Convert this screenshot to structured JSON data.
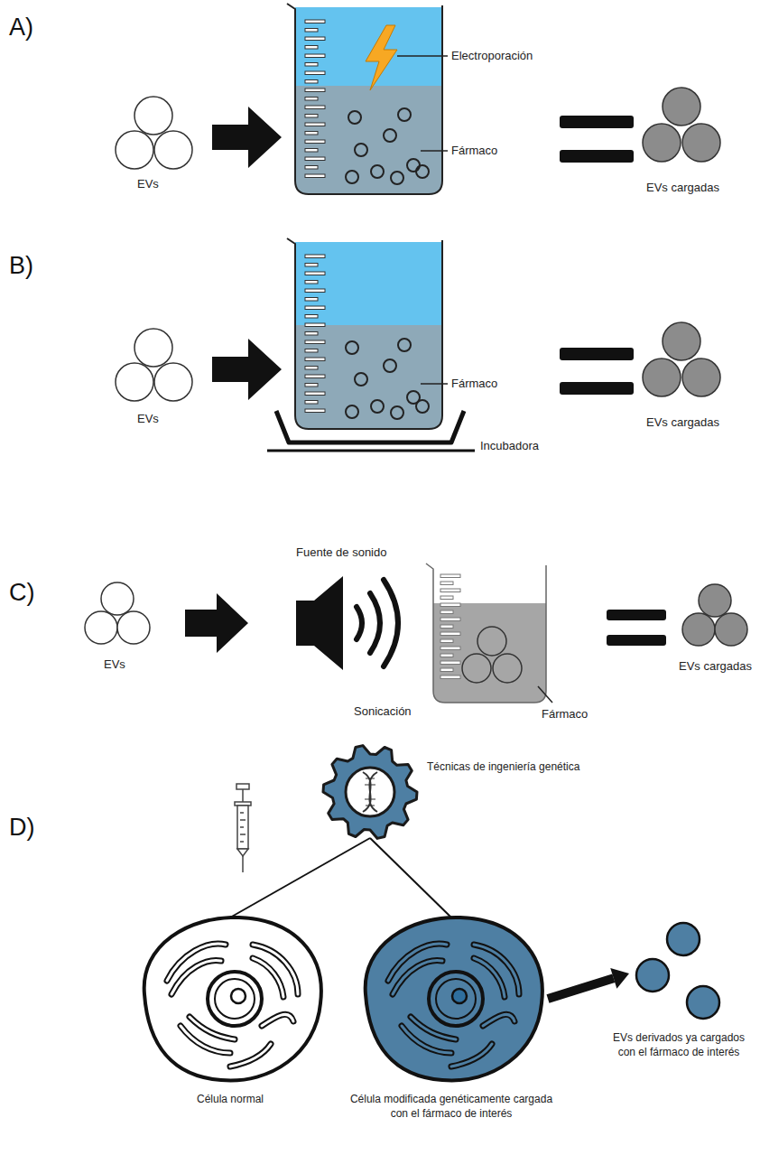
{
  "diagram": {
    "nodes": [
      {
        "text": [
          "Técnicas de ingeniería genética"
        ]
      },
      {
        "text": [
          "Célula normal"
        ]
      },
      {
        "text": [
          "Célula modificada genéticamente cargada con el fármaco de interés"
        ]
      },
      {
        "text": [
          "EVs derivados ya cargados con el fármaco de interés"
        ]
      }
    ],
    "edges": [
      {
        "from": 0,
        "to": 1,
        "arrow": "none"
      },
      {
        "from": 0,
        "to": 2,
        "arrow": "none"
      },
      {
        "from": 2,
        "to": 3,
        "arrow": "to"
      }
    ],
    "labels": [
      "A)",
      "EVs",
      "Electroporación",
      "Fármaco",
      "EVs cargadas",
      "B)",
      "EVs",
      "Fármaco",
      "Incubadora",
      "EVs cargadas",
      "C)",
      "Fuente de sonido",
      "EVs",
      "Sonicación",
      "Fármaco",
      "EVs cargadas",
      "D)"
    ]
  }
}
